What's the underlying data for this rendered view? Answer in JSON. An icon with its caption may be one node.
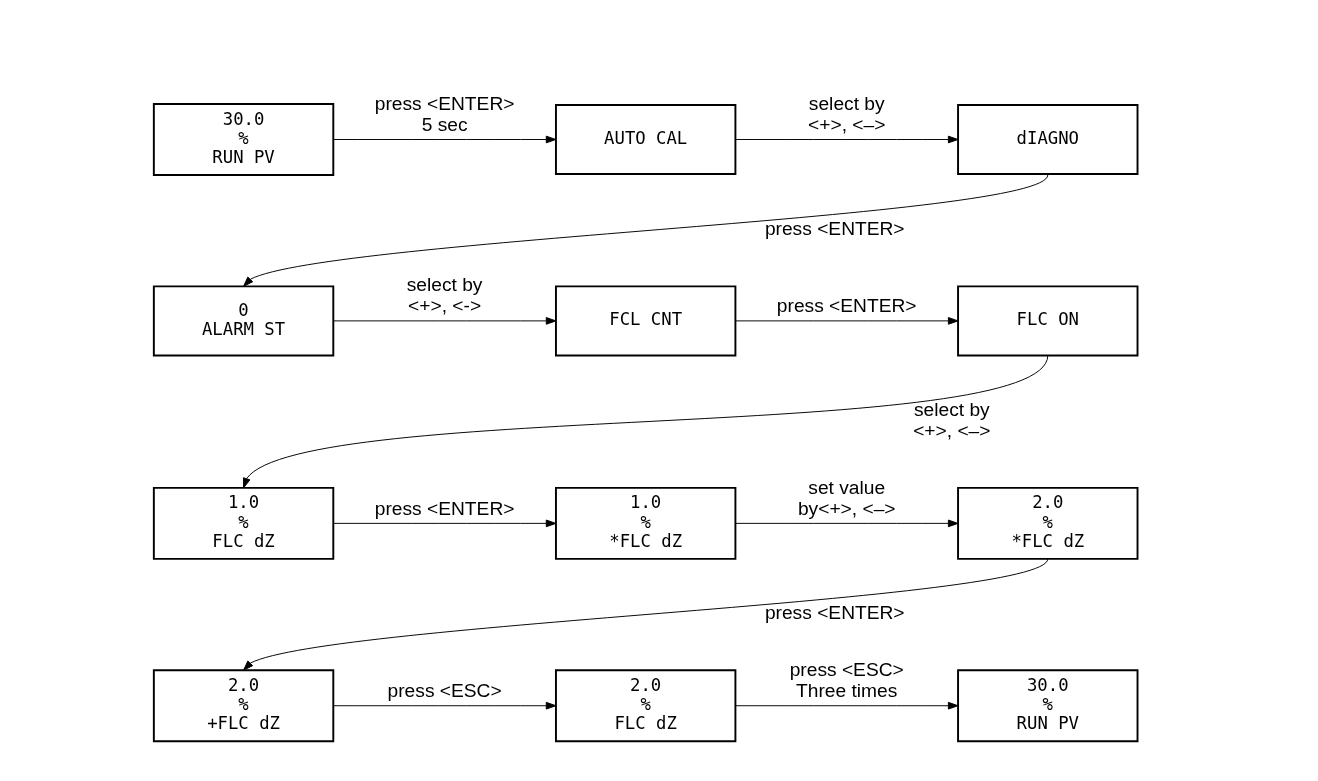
{
  "diagram": {
    "nodes": [
      {
        "text": [
          "30.0",
          "%",
          "RUN PV"
        ]
      },
      {
        "text": [
          "AUTO CAL"
        ]
      },
      {
        "text": [
          "dIAGNO"
        ]
      },
      {
        "text": [
          "0",
          "ALARM ST"
        ]
      },
      {
        "text": [
          "FCL CNT"
        ]
      },
      {
        "text": [
          "FLC ON"
        ]
      },
      {
        "text": [
          "1.0",
          "%",
          "FLC dZ"
        ]
      },
      {
        "text": [
          "1.0",
          "%",
          "*FLC dZ"
        ]
      },
      {
        "text": [
          "2.0",
          "%",
          "*FLC dZ"
        ]
      },
      {
        "text": [
          "2.0",
          "%",
          "+FLC dZ"
        ]
      },
      {
        "text": [
          "2.0",
          "%",
          "FLC dZ"
        ]
      },
      {
        "text": [
          "30.0",
          "%",
          "RUN PV"
        ]
      }
    ],
    "edges": [
      {
        "from": 0,
        "to": 1,
        "arrow": "to",
        "label": "press <ENTER> 5 sec"
      },
      {
        "from": 1,
        "to": 2,
        "arrow": "to",
        "label": "select by <+>, <–>"
      },
      {
        "from": 2,
        "to": 3,
        "arrow": "to",
        "label": "press <ENTER>"
      },
      {
        "from": 3,
        "to": 4,
        "arrow": "to",
        "label": "select by <+>, <->"
      },
      {
        "from": 4,
        "to": 5,
        "arrow": "to",
        "label": "press <ENTER>"
      },
      {
        "from": 5,
        "to": 6,
        "arrow": "to",
        "label": "select by <+>, <–>"
      },
      {
        "from": 6,
        "to": 7,
        "arrow": "to",
        "label": "press <ENTER>"
      },
      {
        "from": 7,
        "to": 8,
        "arrow": "to",
        "label": "set value by<+>, <–>"
      },
      {
        "from": 8,
        "to": 9,
        "arrow": "to",
        "label": "press <ENTER>"
      },
      {
        "from": 9,
        "to": 10,
        "arrow": "to",
        "label": "press <ESC>"
      },
      {
        "from": 10,
        "to": 11,
        "arrow": "to",
        "label": "press <ESC> Three times"
      }
    ]
  }
}
